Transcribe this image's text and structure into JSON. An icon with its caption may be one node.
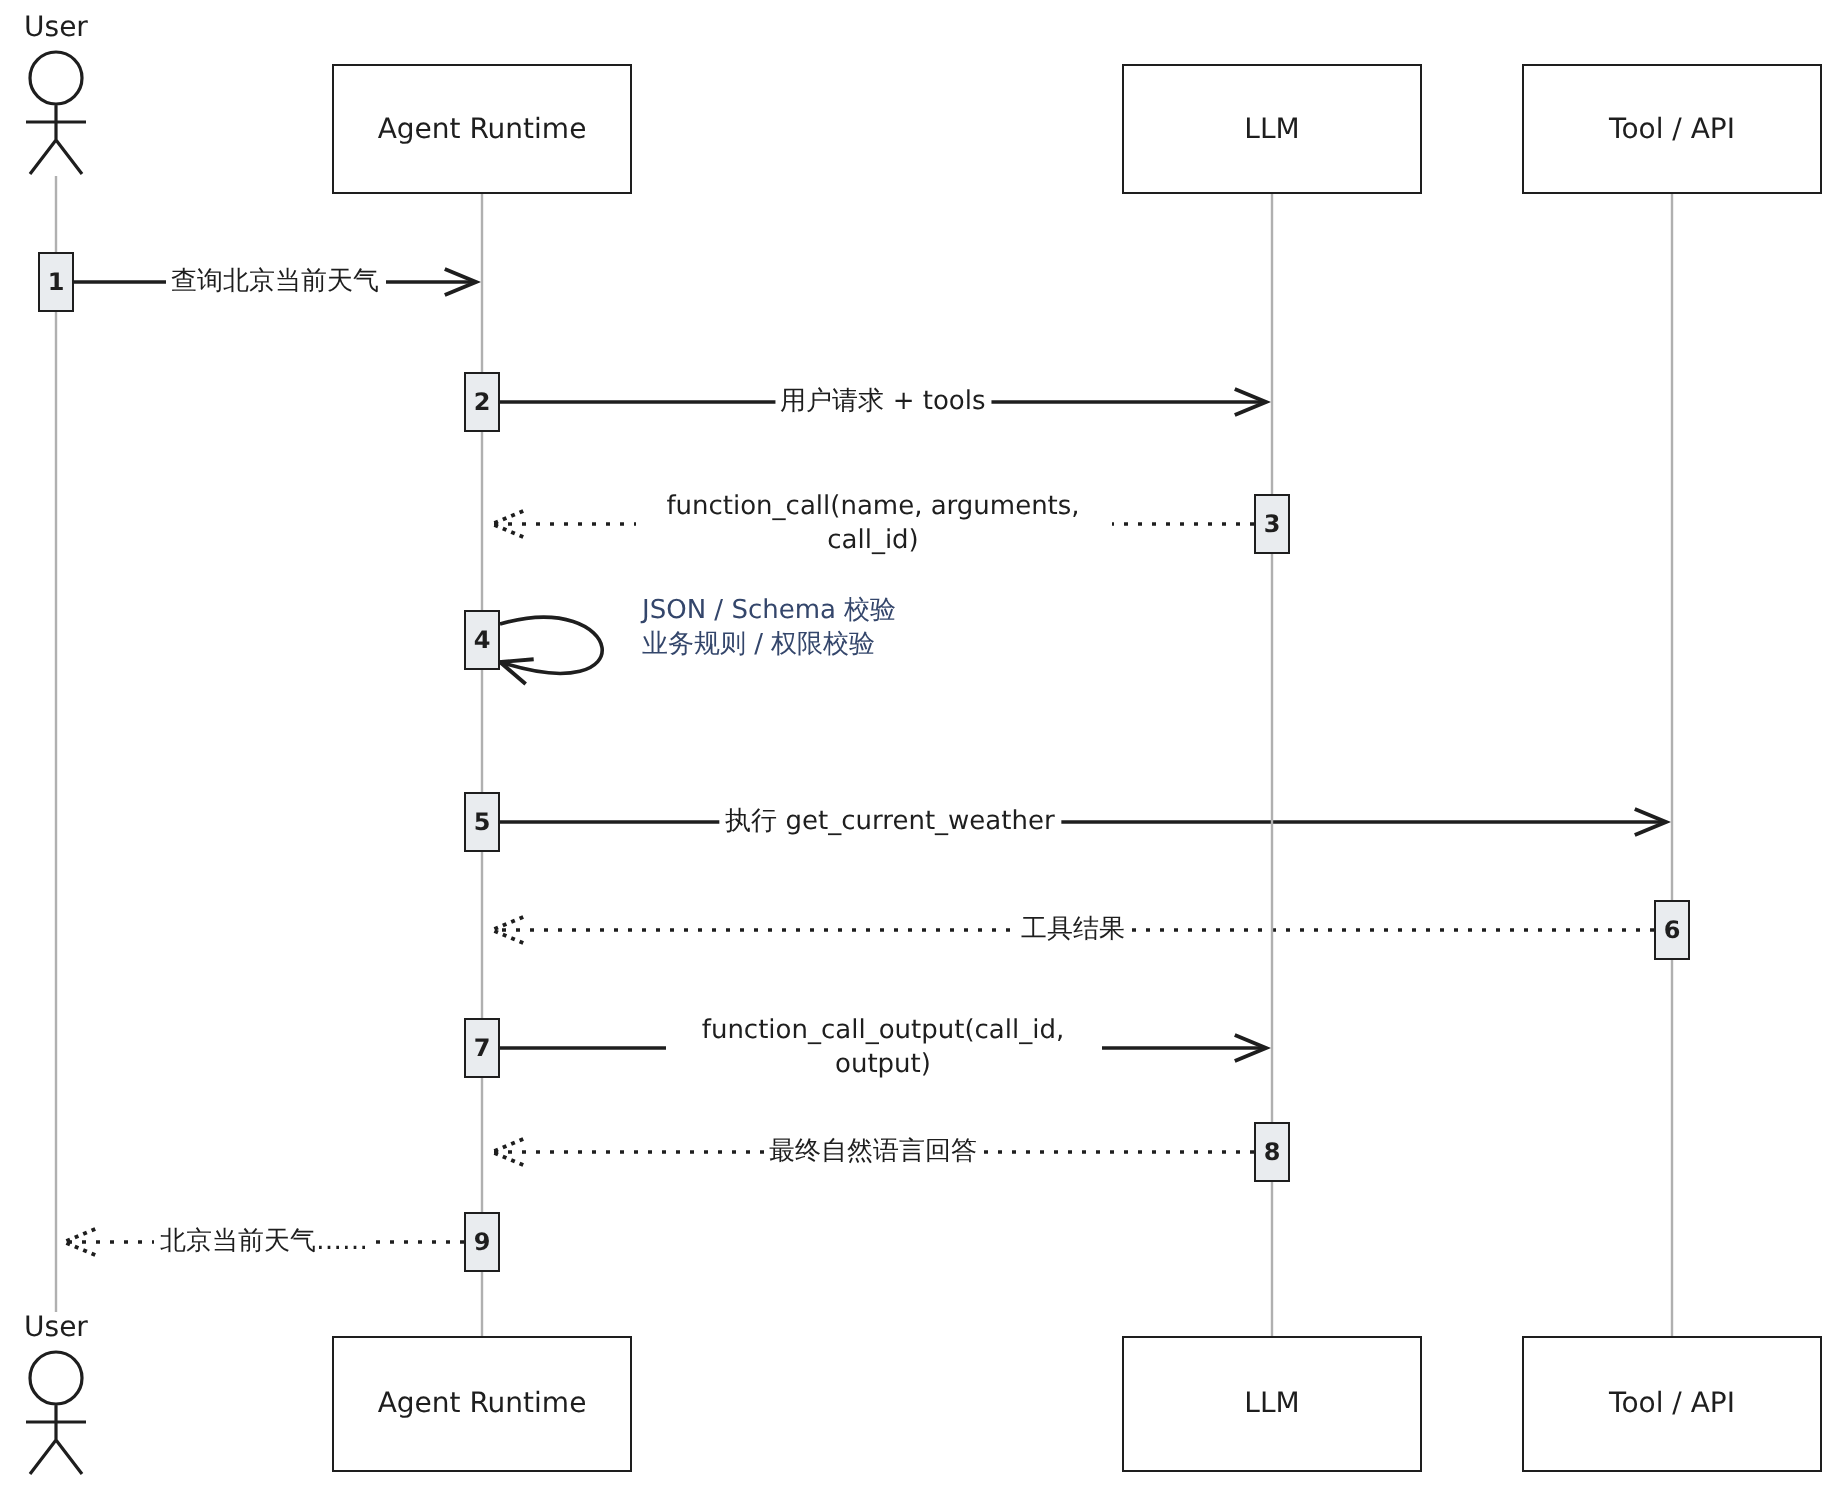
{
  "diagram": {
    "nodes": [
      {
        "text": [
          "User"
        ]
      },
      {
        "text": [
          "Agent Runtime"
        ]
      },
      {
        "text": [
          "LLM"
        ]
      },
      {
        "text": [
          "Tool / API"
        ]
      },
      {
        "text": [
          "1"
        ]
      },
      {
        "text": [
          "2"
        ]
      },
      {
        "text": [
          "3"
        ]
      },
      {
        "text": [
          "4"
        ]
      },
      {
        "text": [
          "5"
        ]
      },
      {
        "text": [
          "6"
        ]
      },
      {
        "text": [
          "7"
        ]
      },
      {
        "text": [
          "8"
        ]
      },
      {
        "text": [
          "9"
        ]
      },
      {
        "text": [
          "User"
        ]
      },
      {
        "text": [
          "Agent Runtime"
        ]
      },
      {
        "text": [
          "LLM"
        ]
      },
      {
        "text": [
          "Tool / API"
        ]
      }
    ],
    "edges": [
      {
        "from": 4,
        "to": null,
        "arrow": "to",
        "label": "查询北京当前天气",
        "color": "#1e1e1e"
      },
      {
        "from": 5,
        "to": null,
        "arrow": "to",
        "label": "用户请求 + tools",
        "color": "#1e1e1e"
      },
      {
        "from": 6,
        "to": null,
        "arrow": "to",
        "label": "function_call(name, arguments, call_id)",
        "style": "dashed",
        "color": "#1e1e1e"
      },
      {
        "from": 7,
        "to": 7,
        "arrow": "to",
        "label": "JSON / Schema 校验业务规则 / 权限校验",
        "color": "#1e1e1e"
      },
      {
        "from": 8,
        "to": null,
        "arrow": "to",
        "label": "执行 get_current_weather",
        "color": "#1e1e1e"
      },
      {
        "from": 9,
        "to": null,
        "arrow": "to",
        "label": "工具结果",
        "style": "dashed",
        "color": "#1e1e1e"
      },
      {
        "from": 10,
        "to": null,
        "arrow": "to",
        "label": "function_call_output(call_id, output)",
        "color": "#1e1e1e"
      },
      {
        "from": 11,
        "to": null,
        "arrow": "to",
        "label": "最终自然语言回答",
        "style": "dashed",
        "color": "#1e1e1e"
      },
      {
        "from": 12,
        "to": null,
        "arrow": "to",
        "label": "北京当前天气……",
        "style": "dashed",
        "color": "#1e1e1e"
      },
      {
        "from": 0,
        "to": 4,
        "arrow": "none"
      },
      {
        "from": 4,
        "to": 13,
        "arrow": "none"
      },
      {
        "from": 1,
        "to": 5,
        "arrow": "none"
      },
      {
        "from": 5,
        "to": 7,
        "arrow": "none"
      },
      {
        "from": 7,
        "to": 8,
        "arrow": "none"
      },
      {
        "from": 8,
        "to": 10,
        "arrow": "none"
      },
      {
        "from": 10,
        "to": 12,
        "arrow": "none"
      },
      {
        "from": 12,
        "to": 14,
        "arrow": "none"
      },
      {
        "from": 2,
        "to": 6,
        "arrow": "none"
      },
      {
        "from": 6,
        "to": 11,
        "arrow": "none"
      },
      {
        "from": 11,
        "to": 15,
        "arrow": "none"
      },
      {
        "from": 3,
        "to": 9,
        "arrow": "none"
      },
      {
        "from": 9,
        "to": 16,
        "arrow": "none"
      }
    ]
  }
}
